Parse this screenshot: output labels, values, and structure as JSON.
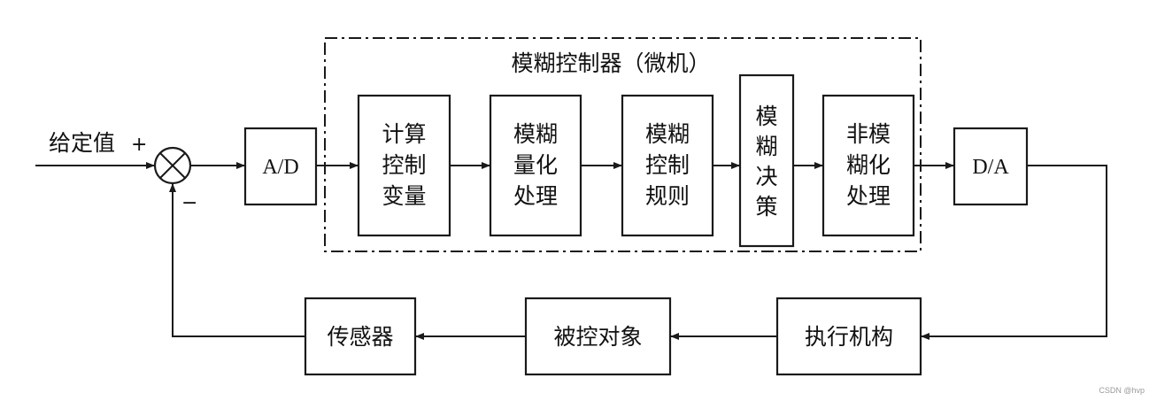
{
  "setpoint_label": "给定值",
  "plus_sign": "+",
  "minus_sign": "−",
  "fuzzy_controller_title": "模糊控制器（微机）",
  "blocks": {
    "ad": "A/D",
    "calc": [
      "计算",
      "控制",
      "变量"
    ],
    "quant": [
      "模糊",
      "量化",
      "处理"
    ],
    "rules": [
      "模糊",
      "控制",
      "规则"
    ],
    "decision": [
      "模",
      "糊",
      "决",
      "策"
    ],
    "defuzz": [
      "非模",
      "糊化",
      "处理"
    ],
    "da": "D/A",
    "actuator": "执行机构",
    "plant": "被控对象",
    "sensor": "传感器"
  },
  "watermark": "CSDN @hvp"
}
